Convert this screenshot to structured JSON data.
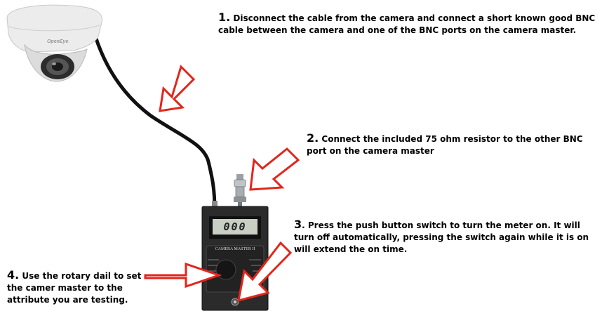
{
  "steps": [
    {
      "number": "1.",
      "text": " Disconnect the cable from the camera and connect a short known good BNC cable between the camera and one of the BNC ports on the camera master."
    },
    {
      "number": "2.",
      "text": " Connect the included 75 ohm resistor to the other BNC port on the camera master"
    },
    {
      "number": "3",
      "text": ". Press the push button switch to turn the meter on. It will turn off automatically, pressing the switch again while it is on will extend the on time."
    },
    {
      "number": "4.",
      "text": " Use the rotary dail to set the camer master to the attribute you are testing."
    }
  ],
  "meter": {
    "display": "000",
    "title": "CAMERA MASTER II"
  },
  "camera": {
    "brand": "OpenEye"
  },
  "colors": {
    "arrow_outline": "#e2261c",
    "arrow_fill": "#ffffff",
    "cable": "#111111",
    "meter_body": "#2b2b2b",
    "lcd": "#c9cfc4"
  }
}
